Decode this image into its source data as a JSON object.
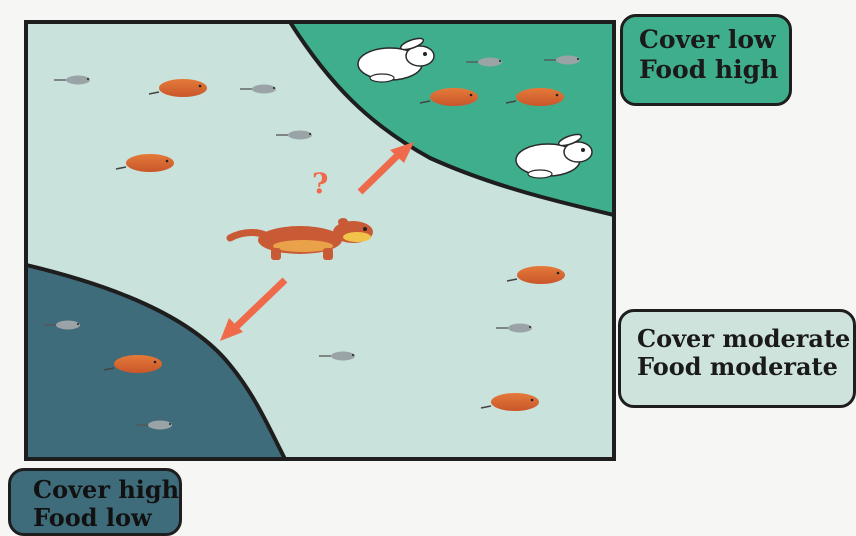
{
  "labels": {
    "top": {
      "line1": "Cover low",
      "line2": "Food high"
    },
    "middle": {
      "line1": "Cover moderate",
      "line2": "Food moderate"
    },
    "bottom": {
      "line1": "Cover high",
      "line2": "Food low"
    }
  },
  "question_mark": "?",
  "colors": {
    "high_food_zone": "#3fae8c",
    "moderate_zone": "#cfe3dd",
    "high_cover_zone": "#3f6c7a",
    "arrow": "#ef6a4b",
    "weasel": "#c85a35"
  },
  "icons": [
    "weasel-icon",
    "rabbit-icon",
    "vole-icon",
    "mouse-icon",
    "arrow-icon"
  ]
}
